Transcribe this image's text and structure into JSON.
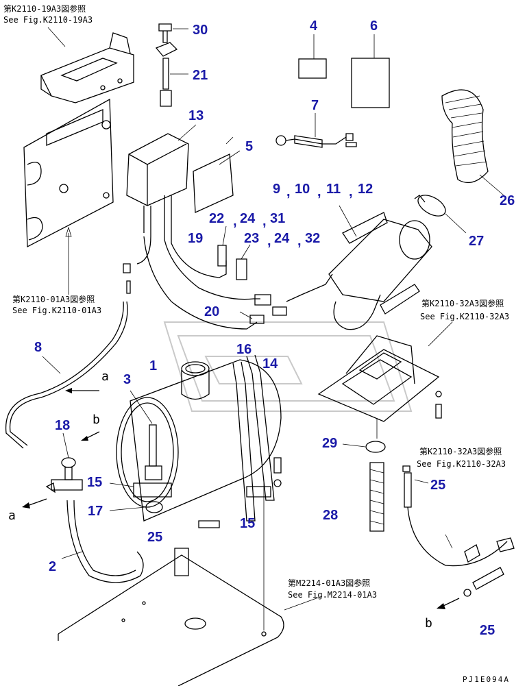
{
  "refs": {
    "r1_jp": "第K2110-19A3図参照",
    "r1_en": "See Fig.K2110-19A3",
    "r2_jp": "第K2110-01A3図参照",
    "r2_en": "See Fig.K2110-01A3",
    "r3_jp": "第K2110-32A3図参照",
    "r3_en": "See Fig.K2110-32A3",
    "r4_jp": "第K2110-32A3図参照",
    "r4_en": "See Fig.K2110-32A3",
    "r5_jp": "第M2214-01A3図参照",
    "r5_en": "See Fig.M2214-01A3"
  },
  "callouts": {
    "c30": "30",
    "c21": "21",
    "c4": "4",
    "c6": "6",
    "c7": "7",
    "c13": "13",
    "c5": "5",
    "c9": "9",
    "c10": "10",
    "c11": "11",
    "c12": "12",
    "c26": "26",
    "c27": "27",
    "c22": "22",
    "c24a": "24",
    "c31": "31",
    "c19": "19",
    "c23": "23",
    "c24b": "24",
    "c32": "32",
    "c20": "20",
    "c8": "8",
    "c16": "16",
    "c14": "14",
    "c1": "1",
    "c3": "3",
    "c18": "18",
    "c15a": "15",
    "c17": "17",
    "c15b": "15",
    "c29": "29",
    "c25a": "25",
    "c28": "28",
    "c25b": "25",
    "c2": "2",
    "c25c": "25"
  },
  "separator": ",",
  "view_marks": {
    "a1": "a",
    "a2": "a",
    "b1": "b",
    "b2": "b"
  },
  "drawing_code": "PJ1E094A"
}
